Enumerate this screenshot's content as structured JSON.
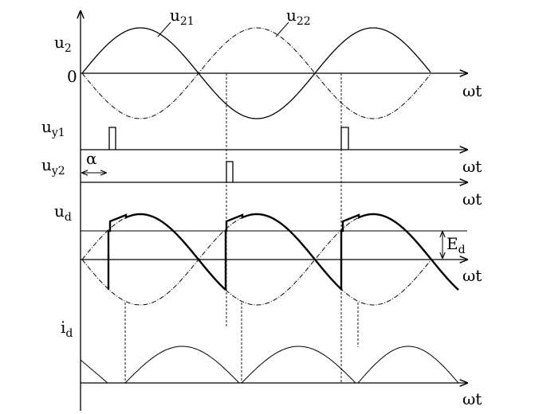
{
  "labels": {
    "u2": "u",
    "u2_sub": "2",
    "origin": "0",
    "u21": "u",
    "u21_sub": "21",
    "u22": "u",
    "u22_sub": "22",
    "uy1": "u",
    "uy1_sub": "y1",
    "uy2": "u",
    "uy2_sub": "y2",
    "alpha": "α",
    "ud": "u",
    "ud_sub": "d",
    "Ed": "E",
    "Ed_sub": "d",
    "id": "i",
    "id_sub": "d",
    "wt1": "ωt",
    "wt2": "ωt",
    "wt3": "ωt",
    "wt4": "ωt",
    "wt5": "ωt"
  }
}
